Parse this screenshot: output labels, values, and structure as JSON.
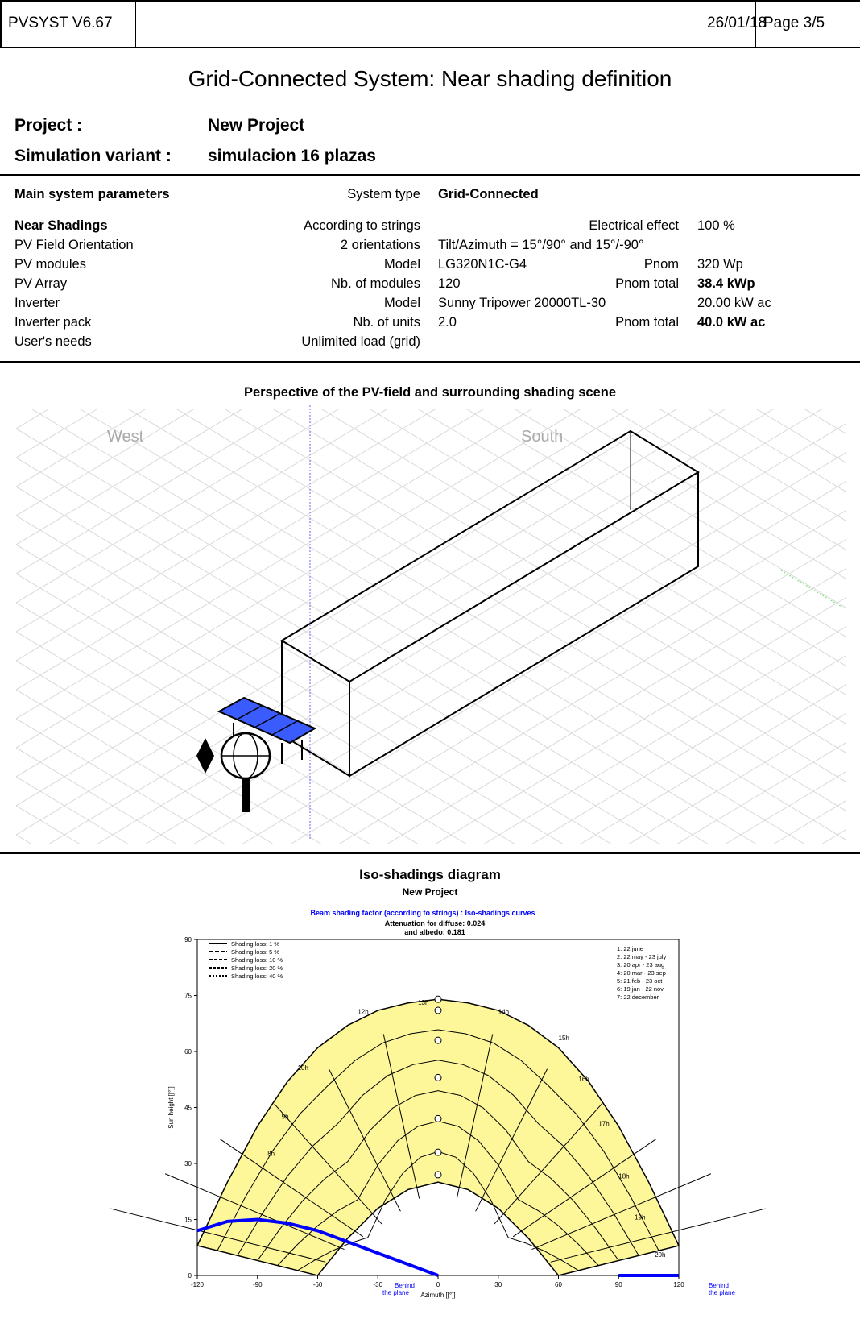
{
  "header": {
    "software": "PVSYST V6.67",
    "date": "26/01/18",
    "page": "Page 3/5"
  },
  "title": "Grid-Connected System: Near shading definition",
  "project": {
    "label": "Project :",
    "value": "New Project"
  },
  "variant": {
    "label": "Simulation variant :",
    "value": "simulacion 16 plazas"
  },
  "params": {
    "heading": "Main system parameters",
    "system_type_label": "System type",
    "system_type_value": "Grid-Connected",
    "rows": [
      {
        "label": "Near Shadings",
        "key": "According to strings",
        "val": "",
        "key2": "Electrical effect",
        "val2": "100 %"
      },
      {
        "label": "PV Field Orientation",
        "key": "2 orientations",
        "val": "Tilt/Azimuth = 15°/90° and  15°/-90°",
        "key2": "",
        "val2": ""
      },
      {
        "label": "PV modules",
        "key": "Model",
        "val": "LG320N1C-G4",
        "key2": "Pnom",
        "val2": "320 Wp"
      },
      {
        "label": "PV Array",
        "key": "Nb. of modules",
        "val": "120",
        "key2": "Pnom total",
        "val2": "38.4 kWp"
      },
      {
        "label": "Inverter",
        "key": "Model",
        "val": "Sunny Tripower 20000TL-30",
        "key2": "",
        "val2": "20.00 kW ac"
      },
      {
        "label": "Inverter pack",
        "key": "Nb. of units",
        "val": "2.0",
        "key2": "Pnom total",
        "val2": "40.0 kW ac"
      },
      {
        "label": "User's needs",
        "key": "Unlimited load (grid)",
        "val": "",
        "key2": "",
        "val2": ""
      }
    ]
  },
  "perspective": {
    "title": "Perspective of the PV-field and surrounding shading scene",
    "west": "West",
    "south": "South"
  },
  "iso": {
    "title": "Iso-shadings diagram",
    "subtitle": "New Project",
    "beam_title": "Beam shading factor (according to strings) : Iso-shadings curves",
    "attenuation_1": "Attenuation for diffuse: 0.024",
    "attenuation_2": "and albedo: 0.181",
    "behind_1": "Behind",
    "behind_2": "the plane"
  },
  "chart_data": {
    "type": "line",
    "title": "Beam shading factor (according to strings) : Iso-shadings curves",
    "xlabel": "Azimuth [[°]]",
    "ylabel": "Sun height [[°]]",
    "xlim": [
      -120,
      120
    ],
    "ylim": [
      0,
      90
    ],
    "x_ticks": [
      "-120",
      "-90",
      "-60",
      "-30",
      "0",
      "30",
      "60",
      "90",
      "120"
    ],
    "y_ticks": [
      "0",
      "15",
      "30",
      "45",
      "60",
      "75",
      "90"
    ],
    "legend": [
      "Shading loss: 1 %",
      "Shading loss: 5 %",
      "Shading loss: 10 %",
      "Shading loss: 20 %",
      "Shading loss: 40 %"
    ],
    "dates": [
      "1: 22 june",
      "2: 22 may - 23 july",
      "3: 20 apr - 23 aug",
      "4: 20 mar - 23 sep",
      "5: 21 feb - 23 oct",
      "6: 19 jan - 22 nov",
      "7: 22 december"
    ],
    "hours": [
      "8h",
      "9h",
      "10h",
      "12h",
      "13h",
      "14h",
      "15h",
      "16h",
      "17h",
      "18h",
      "19h",
      "20h"
    ],
    "series": [
      {
        "name": "1: 22 june",
        "x": [
          -120,
          -105,
          -90,
          -75,
          -60,
          -45,
          -30,
          -15,
          0,
          15,
          30,
          45,
          60,
          75,
          90,
          105,
          120
        ],
        "y": [
          8,
          25,
          40,
          52,
          61,
          67,
          71,
          73,
          74,
          73,
          71,
          67,
          61,
          52,
          40,
          25,
          8
        ]
      },
      {
        "name": "7: 22 december",
        "x": [
          -60,
          -45,
          -30,
          -15,
          0,
          15,
          30,
          45,
          60
        ],
        "y": [
          0,
          10,
          18,
          23,
          25,
          23,
          18,
          10,
          0
        ]
      },
      {
        "name": "horizon",
        "x": [
          -120,
          -105,
          -90,
          -75,
          -60,
          -45,
          -30,
          -15,
          0
        ],
        "y": [
          12,
          14.5,
          15,
          14,
          12,
          9,
          6,
          3,
          0
        ]
      }
    ],
    "colors": {
      "sun_area": "#fdf79a",
      "horizon": "#0000ff",
      "grid": "#cccccc"
    }
  }
}
